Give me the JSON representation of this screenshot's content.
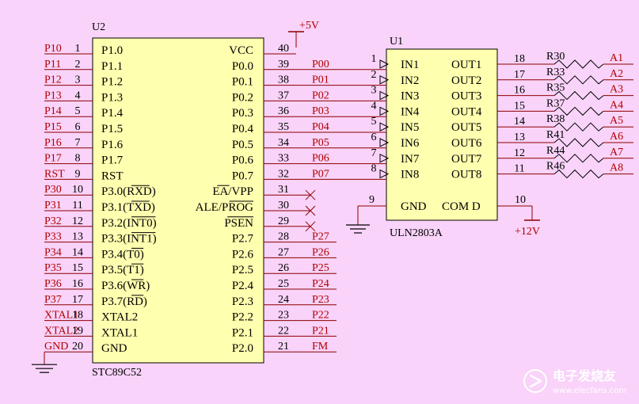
{
  "colors": {
    "background": "#f9d3f9",
    "chip_fill": "#ffffb0",
    "chip_stroke": "#000000",
    "wire": "#8b0000",
    "net_label": "#b00000",
    "pin_text": "#000000",
    "watermark": "#ffffff"
  },
  "u2": {
    "ref": "U2",
    "part": "STC89C52",
    "left_pins": [
      {
        "net": "P10",
        "num": "1",
        "name": "P1.0"
      },
      {
        "net": "P11",
        "num": "2",
        "name": "P1.1"
      },
      {
        "net": "P12",
        "num": "3",
        "name": "P1.2"
      },
      {
        "net": "P13",
        "num": "4",
        "name": "P1.3"
      },
      {
        "net": "P14",
        "num": "5",
        "name": "P1.4"
      },
      {
        "net": "P15",
        "num": "6",
        "name": "P1.5"
      },
      {
        "net": "P16",
        "num": "7",
        "name": "P1.6"
      },
      {
        "net": "P17",
        "num": "8",
        "name": "P1.7"
      },
      {
        "net": "RST",
        "num": "9",
        "name": "RST"
      },
      {
        "net": "P30",
        "num": "10",
        "name": "P3.0(RXD)"
      },
      {
        "net": "P31",
        "num": "11",
        "name": "P3.1(TXD)"
      },
      {
        "net": "P32",
        "num": "12",
        "name": "P3.2(INT0)"
      },
      {
        "net": "P33",
        "num": "13",
        "name": "P3.3(INT1)"
      },
      {
        "net": "P34",
        "num": "14",
        "name": "P3.4(T0)"
      },
      {
        "net": "P35",
        "num": "15",
        "name": "P3.5(T1)"
      },
      {
        "net": "P36",
        "num": "16",
        "name": "P3.6(WR)"
      },
      {
        "net": "P37",
        "num": "17",
        "name": "P3.7(RD)"
      },
      {
        "net": "XTAL1",
        "num": "18",
        "name": "XTAL2"
      },
      {
        "net": "XTAL2",
        "num": "19",
        "name": "XTAL1"
      },
      {
        "net": "GND",
        "num": "20",
        "name": "GND"
      }
    ],
    "right_pins": [
      {
        "num": "40",
        "name": "VCC",
        "net": "+5V"
      },
      {
        "num": "39",
        "name": "P0.0",
        "net": "P00"
      },
      {
        "num": "38",
        "name": "P0.1",
        "net": "P01"
      },
      {
        "num": "37",
        "name": "P0.2",
        "net": "P02"
      },
      {
        "num": "36",
        "name": "P0.3",
        "net": "P03"
      },
      {
        "num": "35",
        "name": "P0.4",
        "net": "P04"
      },
      {
        "num": "34",
        "name": "P0.5",
        "net": "P05"
      },
      {
        "num": "33",
        "name": "P0.6",
        "net": "P06"
      },
      {
        "num": "32",
        "name": "P0.7",
        "net": "P07"
      },
      {
        "num": "31",
        "name": "EA/VPP",
        "net": ""
      },
      {
        "num": "30",
        "name": "ALE/PROG",
        "net": ""
      },
      {
        "num": "29",
        "name": "PSEN",
        "net": ""
      },
      {
        "num": "28",
        "name": "P2.7",
        "net": "P27"
      },
      {
        "num": "27",
        "name": "P2.6",
        "net": "P26"
      },
      {
        "num": "26",
        "name": "P2.5",
        "net": "P25"
      },
      {
        "num": "25",
        "name": "P2.4",
        "net": "P24"
      },
      {
        "num": "24",
        "name": "P2.3",
        "net": "P23"
      },
      {
        "num": "23",
        "name": "P2.2",
        "net": "P22"
      },
      {
        "num": "22",
        "name": "P2.1",
        "net": "P21"
      },
      {
        "num": "21",
        "name": "P2.0",
        "net": "FM"
      }
    ]
  },
  "u1": {
    "ref": "U1",
    "part": "ULN2803A",
    "inputs": [
      {
        "num": "1",
        "name": "IN1"
      },
      {
        "num": "2",
        "name": "IN2"
      },
      {
        "num": "3",
        "name": "IN3"
      },
      {
        "num": "4",
        "name": "IN4"
      },
      {
        "num": "5",
        "name": "IN5"
      },
      {
        "num": "6",
        "name": "IN6"
      },
      {
        "num": "7",
        "name": "IN7"
      },
      {
        "num": "8",
        "name": "IN8"
      }
    ],
    "outputs": [
      {
        "num": "18",
        "name": "OUT1",
        "res": "R30",
        "net": "A1"
      },
      {
        "num": "17",
        "name": "OUT2",
        "res": "R33",
        "net": "A2"
      },
      {
        "num": "16",
        "name": "OUT3",
        "res": "R35",
        "net": "A3"
      },
      {
        "num": "15",
        "name": "OUT4",
        "res": "R37",
        "net": "A4"
      },
      {
        "num": "14",
        "name": "OUT5",
        "res": "R38",
        "net": "A5"
      },
      {
        "num": "13",
        "name": "OUT6",
        "res": "R41",
        "net": "A6"
      },
      {
        "num": "12",
        "name": "OUT7",
        "res": "R44",
        "net": "A7"
      },
      {
        "num": "11",
        "name": "OUT8",
        "res": "R46",
        "net": "A8"
      }
    ],
    "gnd": {
      "num": "9",
      "name": "GND"
    },
    "com": {
      "num": "10",
      "name": "COM D",
      "net": "+12V"
    }
  },
  "watermark": {
    "cn": "电子发烧友",
    "url": "www.elecfans.com"
  }
}
